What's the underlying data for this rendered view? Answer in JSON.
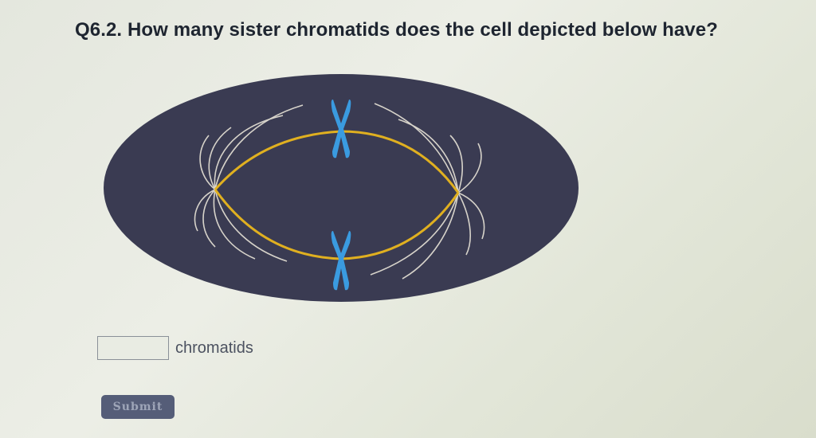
{
  "question": {
    "title": "Q6.2. How many sister chromatids does the cell depicted below have?"
  },
  "figure": {
    "cell_color": "#3a3b52",
    "spindle_color": "#e0b020",
    "chromosome_color": "#3a9be0",
    "chromosome_count": 2
  },
  "answer": {
    "value": "",
    "unit_label": "chromatids"
  },
  "submit_label": "Submit"
}
